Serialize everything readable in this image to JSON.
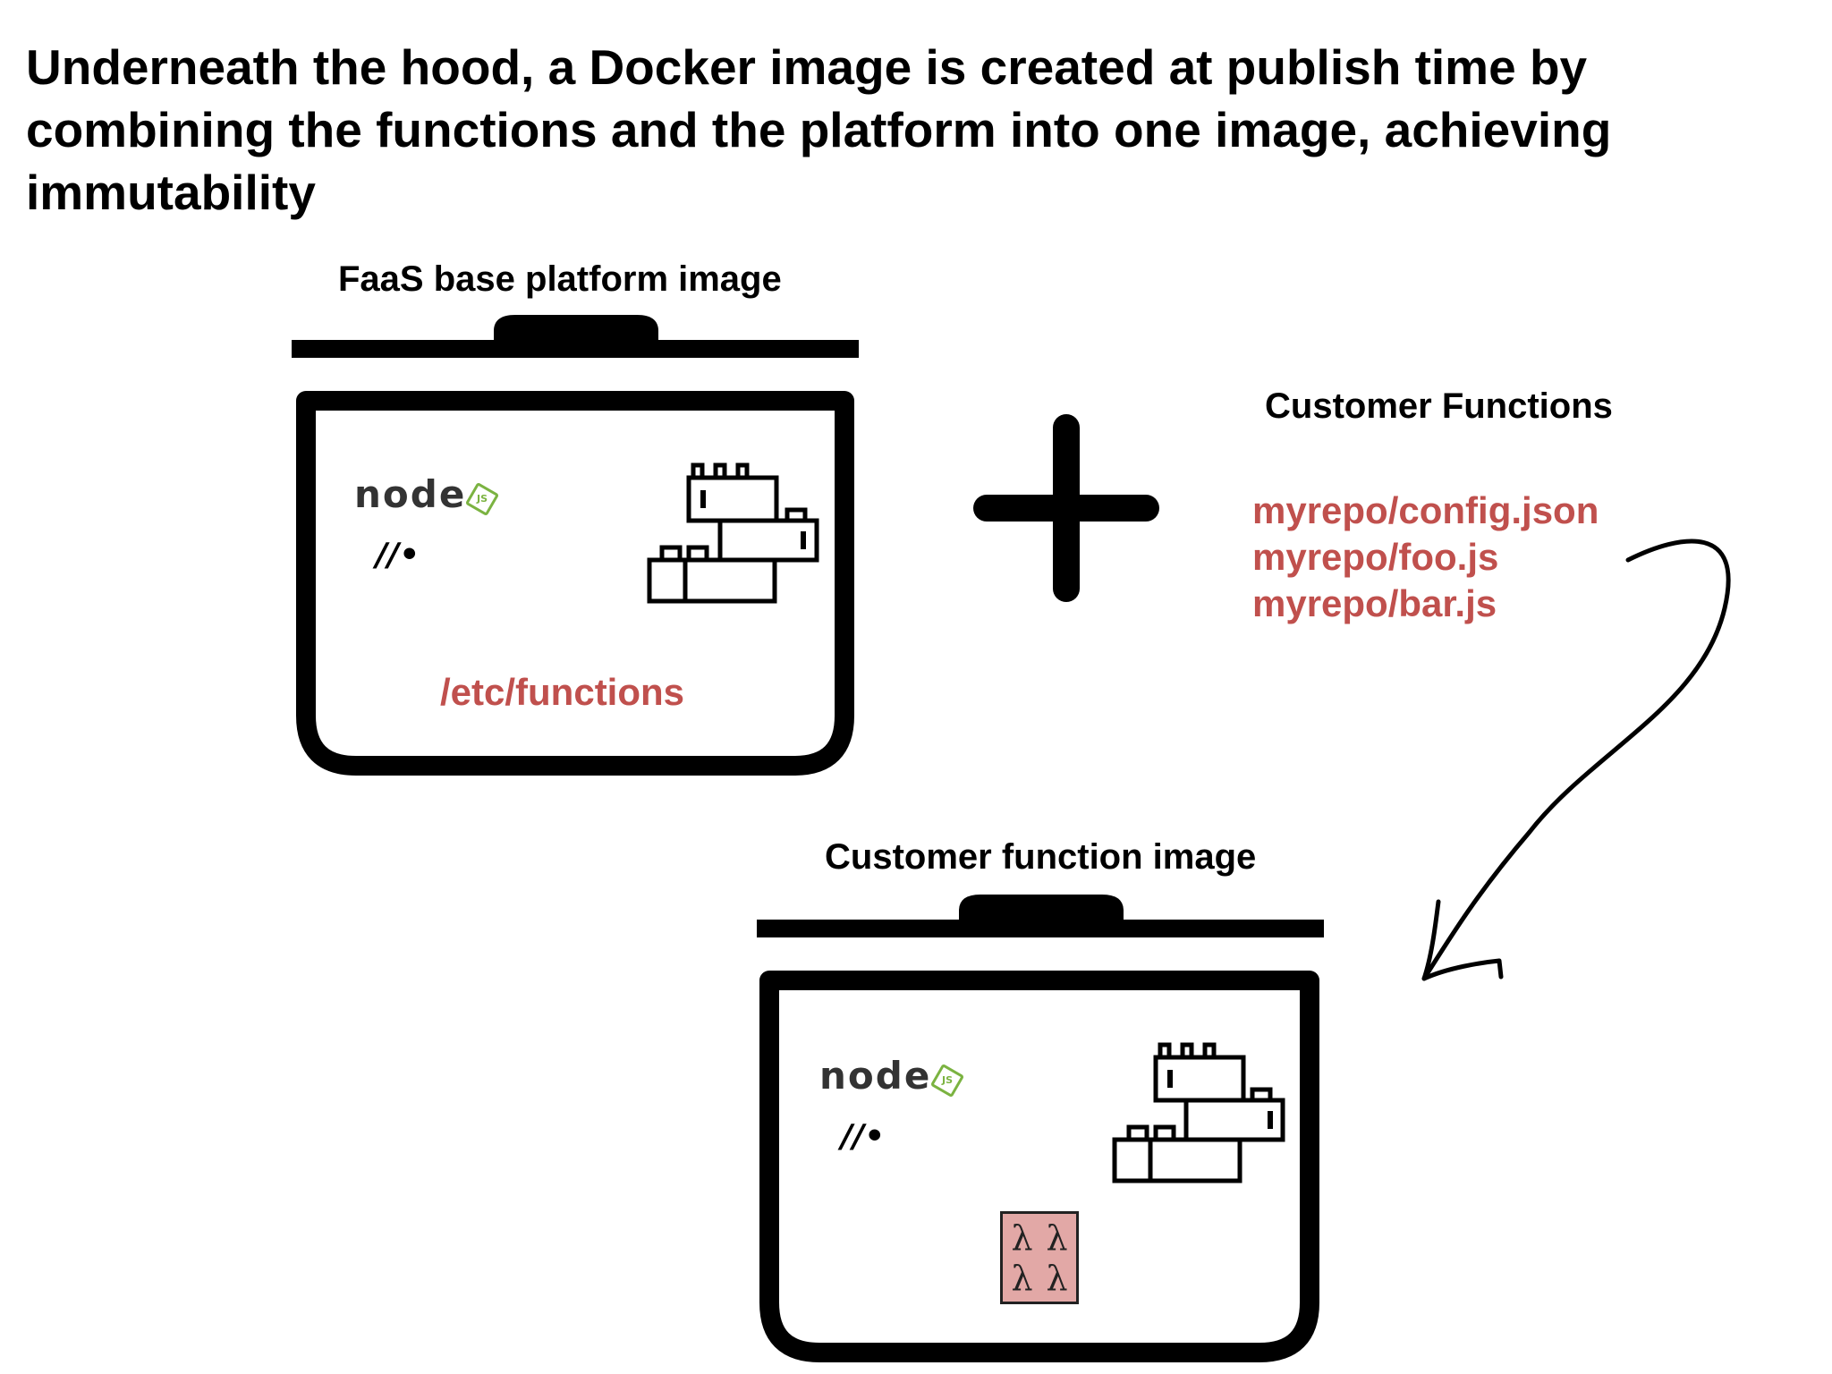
{
  "heading": "Underneath the hood, a Docker image is created at publish time by combining the functions and the platform into one image, achieving immutability",
  "base_image": {
    "label": "FaaS base platform image",
    "path": "/etc/functions",
    "logo_text": "node",
    "logo_badge": "JS",
    "fsm_mark": "//•"
  },
  "plus_icon": "plus-icon",
  "customer_functions": {
    "label": "Customer Functions",
    "files": [
      "myrepo/config.json",
      "myrepo/foo.js",
      "myrepo/bar.js"
    ]
  },
  "customer_image": {
    "label": "Customer function image",
    "logo_text": "node",
    "logo_badge": "JS",
    "fsm_mark": "//•",
    "lambdas": [
      "λ",
      "λ",
      "λ",
      "λ"
    ]
  },
  "colors": {
    "accent_red": "#c0504d",
    "node_green": "#7bb341",
    "lambda_fill": "#e2a8a6"
  }
}
